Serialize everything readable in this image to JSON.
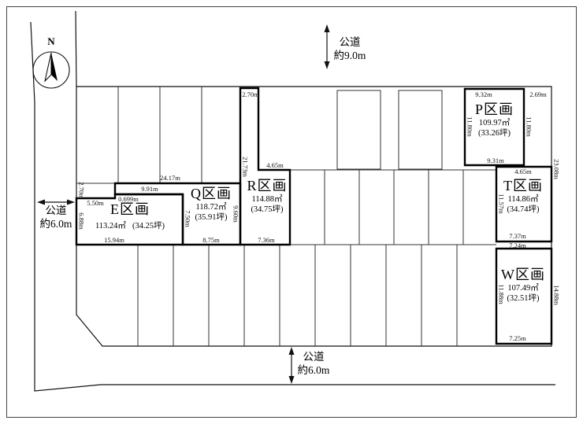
{
  "compass": {
    "north_label": "N"
  },
  "roads": {
    "top": {
      "name": "公道",
      "width": "約9.0m"
    },
    "left": {
      "name": "公道",
      "width": "約6.0m"
    },
    "bottom": {
      "name": "公道",
      "width": "約6.0m"
    }
  },
  "plots": {
    "e": {
      "name": "E区画",
      "area": "113.24㎡",
      "tsubo": "(34.25坪)"
    },
    "q": {
      "name": "Q区画",
      "area": "118.72㎡",
      "tsubo": "(35.91坪)"
    },
    "r": {
      "name": "R区画",
      "area": "114.88㎡",
      "tsubo": "(34.75坪)"
    },
    "p": {
      "name": "P区画",
      "area": "109.97㎡",
      "tsubo": "(33.26坪)"
    },
    "t": {
      "name": "T区画",
      "area": "114.86㎡",
      "tsubo": "(34.74坪)"
    },
    "w": {
      "name": "W区画",
      "area": "107.49㎡",
      "tsubo": "(32.51坪)"
    }
  },
  "dims": {
    "e_left_top": "2.70m",
    "e_top": "5.50m",
    "e_step": "0.699m",
    "e_left": "6.88m",
    "e_bottom": "15.94m",
    "q_top": "24.17m",
    "q_inner_top": "9.91m",
    "q_left": "7.50m",
    "q_right": "9.60m",
    "q_bottom": "8.75m",
    "r_top": "2.70m",
    "r_left": "21.73m",
    "r_step": "4.65m",
    "r_bottom": "7.36m",
    "p_top": "9.32m",
    "p_top_right": "2.69m",
    "p_left": "11.80m",
    "p_right": "11.80m",
    "p_bottom": "9.31m",
    "t_top": "4.65m",
    "t_left": "11.57m",
    "t_right": "23.08m",
    "t_bottom": "7.37m",
    "w_top": "7.24m",
    "w_left": "11.88m",
    "w_right": "14.88m",
    "w_bottom": "7.25m"
  },
  "colors": {
    "line": "#111111",
    "background": "#ffffff"
  }
}
